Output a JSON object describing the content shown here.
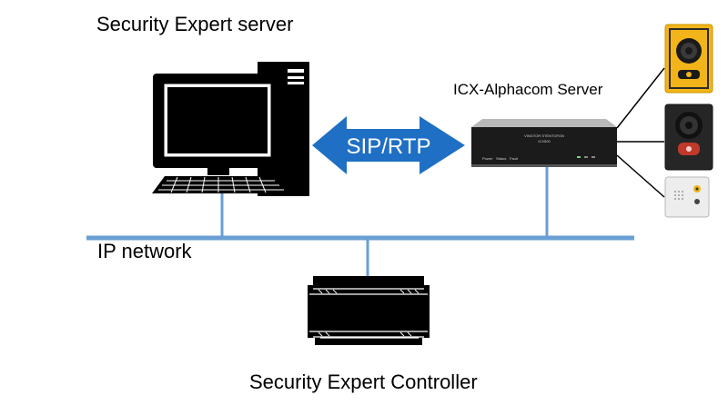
{
  "labels": {
    "server": "Security Expert server",
    "icx": "ICX-Alphacom Server",
    "network": "IP network",
    "controller": "Security Expert Controller",
    "protocol": "SIP/RTP"
  },
  "device_text": {
    "brand": "VINGTOR STENTOFON",
    "model": "ICX500",
    "leds": [
      "Power",
      "Status",
      "Fault"
    ]
  },
  "colors": {
    "network_line": "#6a9fd4",
    "arrow": "#1f6fc4",
    "intercom_yellow": "#f2b418",
    "intercom_dark": "#262626"
  },
  "icons": [
    "desktop-computer-icon",
    "controller-box-icon",
    "intercom-station-icon"
  ]
}
